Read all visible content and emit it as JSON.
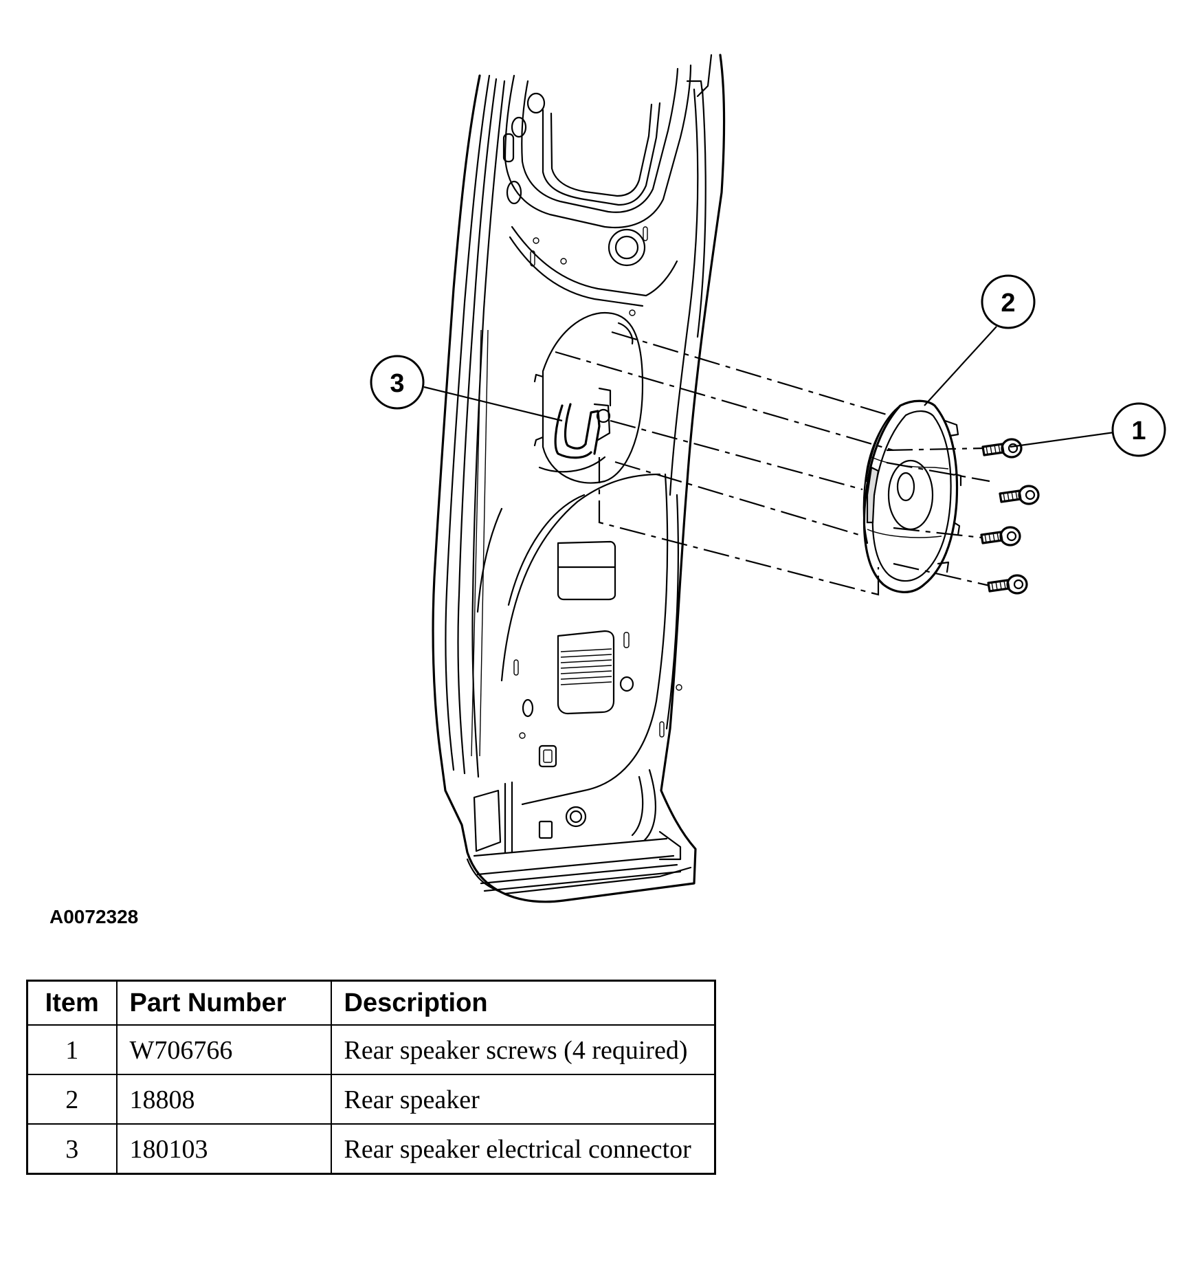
{
  "figure": {
    "callouts": [
      {
        "number": "1"
      },
      {
        "number": "2"
      },
      {
        "number": "3"
      }
    ],
    "id": "A0072328"
  },
  "table": {
    "headers": {
      "item": "Item",
      "part_number": "Part Number",
      "description": "Description"
    },
    "rows": [
      {
        "item": "1",
        "part_number": "W706766",
        "description": "Rear speaker screws (4 required)"
      },
      {
        "item": "2",
        "part_number": "18808",
        "description": "Rear speaker"
      },
      {
        "item": "3",
        "part_number": "180103",
        "description": "Rear speaker electrical connector"
      }
    ]
  }
}
